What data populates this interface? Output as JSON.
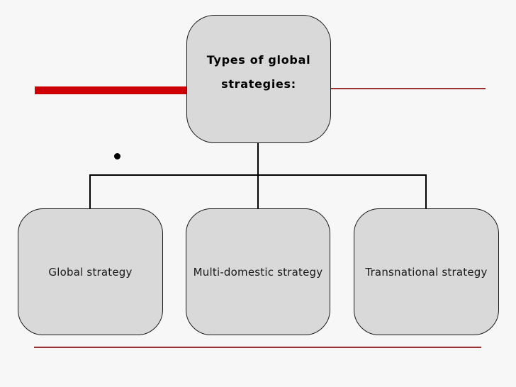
{
  "slide": {
    "background_color": "#f7f7f7",
    "accent_bar_color": "#cc0000",
    "rule_color": "#993333",
    "bullet": {
      "shape": "circle",
      "color": "#000000"
    }
  },
  "diagram": {
    "box_fill_color": "#d9d9d9",
    "box_border_color": "#1a1a1a",
    "connector_color": "#000000",
    "root": {
      "label_line1": "Types of global",
      "label_line2": "strategies:"
    },
    "children": [
      {
        "label": "Global strategy"
      },
      {
        "label": "Multi-domestic strategy"
      },
      {
        "label": "Transnational strategy"
      }
    ]
  }
}
